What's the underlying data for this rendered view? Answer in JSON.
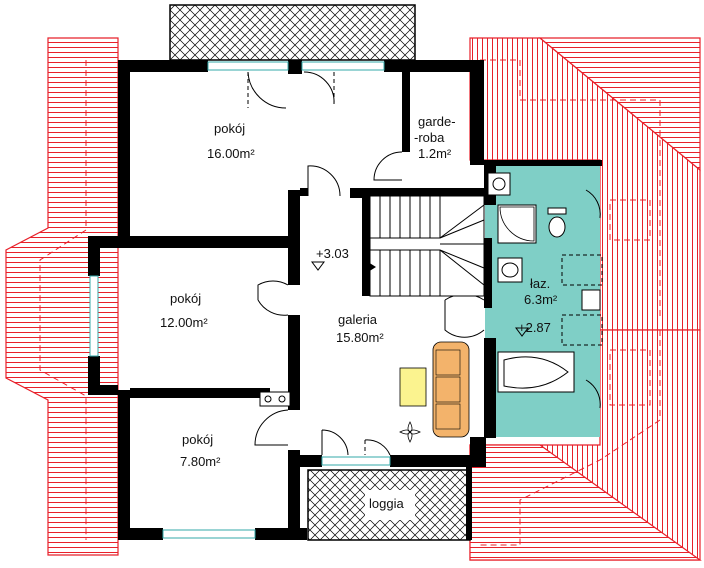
{
  "rooms": {
    "pokoj_top": {
      "name": "pokój",
      "area": "16.00m²"
    },
    "garderoba": {
      "name_line1": "garde-",
      "name_line2": "-roba",
      "area": "1.2m²"
    },
    "pokoj_left": {
      "name": "pokój",
      "area": "12.00m²"
    },
    "galeria": {
      "name": "galeria",
      "area": "15.80m²"
    },
    "lazienka": {
      "name": "łaz.",
      "area": "6.3m²"
    },
    "pokoj_bottom": {
      "name": "pokój",
      "area": "7.80m²"
    },
    "loggia": {
      "name": "loggia"
    }
  },
  "levels": {
    "galeria": "+3.03",
    "lazienka": "+2.87"
  },
  "colors": {
    "roof": "#e8202a",
    "bathroom": "#7fcfc6",
    "walls": "#000000",
    "couch": "#f3b36b",
    "table": "#fbf38f"
  }
}
